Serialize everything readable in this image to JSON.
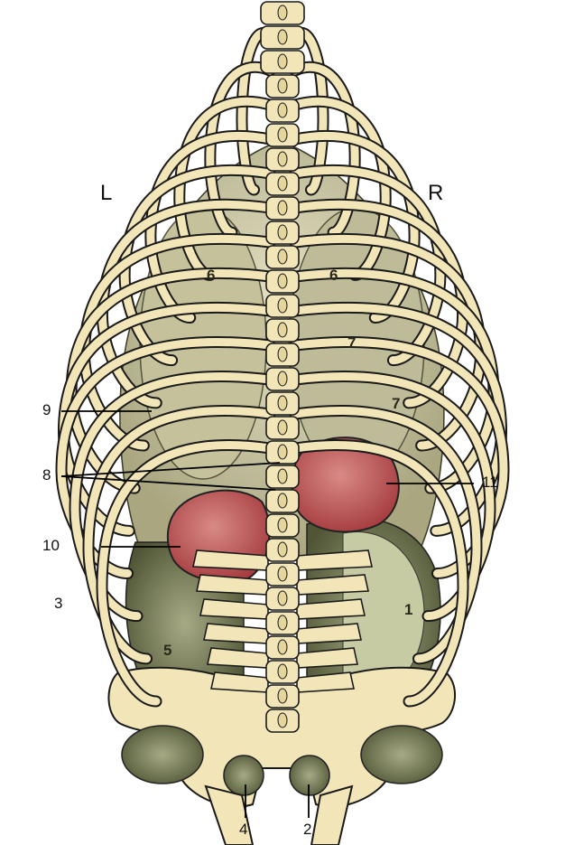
{
  "figure": {
    "side_labels": {
      "left": "L",
      "right": "R"
    },
    "callouts": {
      "n1": "1",
      "n2": "2",
      "n3": "3",
      "n4": "4",
      "n5": "5",
      "n6_left": "6",
      "n6_right": "6",
      "n7_a": "7",
      "n7_b": "7",
      "n8": "8",
      "n9": "9",
      "n10": "10",
      "n11": "11"
    },
    "colors": {
      "bone": "#f2e6b8",
      "bone_outline": "#1a1a1a",
      "lung": "#c9c6a4",
      "viscera_dark": "#6f7452",
      "kidney": "#b5484b"
    }
  }
}
